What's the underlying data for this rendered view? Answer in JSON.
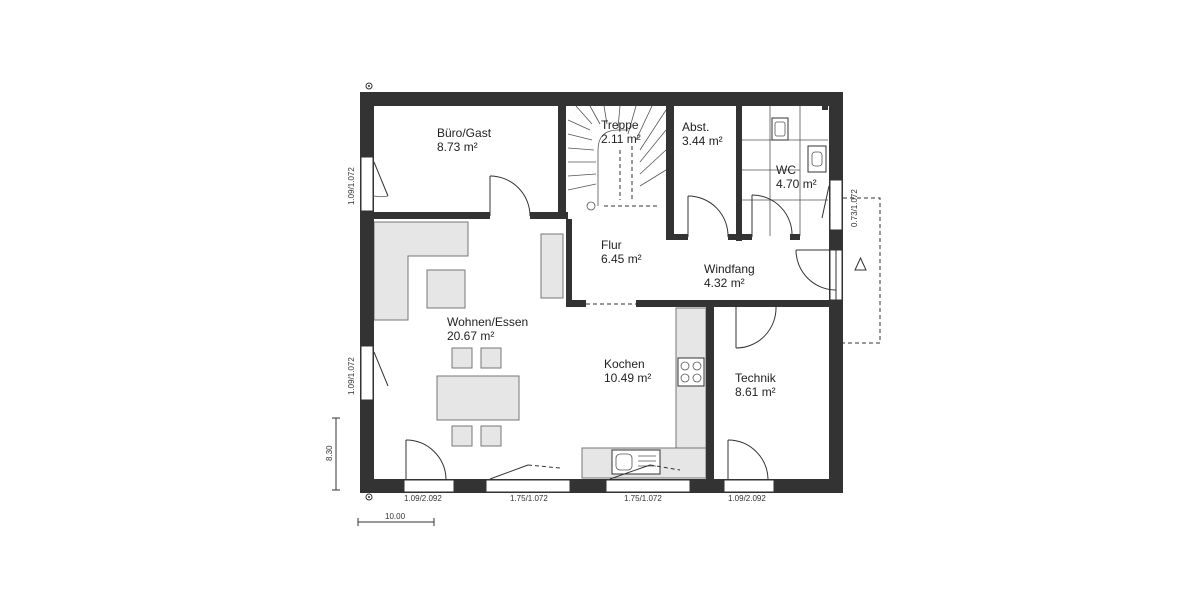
{
  "rooms": [
    {
      "name": "Büro/Gast",
      "area": "8.73 m²"
    },
    {
      "name": "Treppe",
      "area": "2.11 m²"
    },
    {
      "name": "Abst.",
      "area": "3.44 m²"
    },
    {
      "name": "WC",
      "area": "4.70 m²"
    },
    {
      "name": "Flur",
      "area": "6.45 m²"
    },
    {
      "name": "Windfang",
      "area": "4.32 m²"
    },
    {
      "name": "Wohnen/Essen",
      "area": "20.67 m²"
    },
    {
      "name": "Kochen",
      "area": "10.49 m²"
    },
    {
      "name": "Technik",
      "area": "8.61 m²"
    }
  ],
  "windows": {
    "left_upper": "1.09/1.072",
    "left_lower": "1.09/1.072",
    "right_wc": "0.73/1.072",
    "bottom_1": "1.09/2.092",
    "bottom_2": "1.75/1.072",
    "bottom_3": "1.75/1.072",
    "bottom_4": "1.09/2.092"
  },
  "dimensions": {
    "height": "8.30",
    "width": "10.00"
  },
  "icons": {
    "compass": "north-marker-icon",
    "entrance": "entrance-arrow-icon"
  }
}
